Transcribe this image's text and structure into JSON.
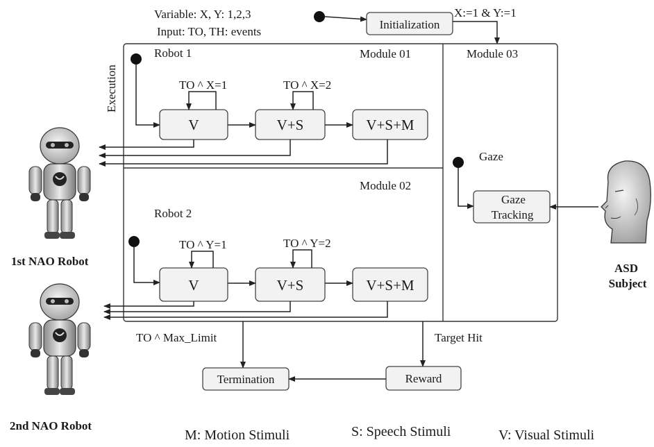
{
  "header": {
    "variables": "Variable: X, Y: 1,2,3",
    "inputs": "Input: TO, TH: events"
  },
  "states": {
    "initialization": "Initialization",
    "termination": "Termination",
    "reward": "Reward",
    "gaze_tracking_line1": "Gaze",
    "gaze_tracking_line2": "Tracking"
  },
  "modules": {
    "module1": "Module 01",
    "module2": "Module 02",
    "module3": "Module 03",
    "execution": "Execution"
  },
  "robot1": {
    "label": "Robot 1",
    "v": "V",
    "vs": "V+S",
    "vsm": "V+S+M",
    "cond1": "TO ^ X=1",
    "cond2": "TO ^ X=2"
  },
  "robot2": {
    "label": "Robot 2",
    "v": "V",
    "vs": "V+S",
    "vsm": "V+S+M",
    "cond1": "TO ^ Y=1",
    "cond2": "TO ^ Y=2"
  },
  "transitions": {
    "init_assign": "X:=1 & Y:=1",
    "max_limit": "TO ^ Max_Limit",
    "target_hit": "Target Hit"
  },
  "gaze": {
    "label": "Gaze"
  },
  "actors": {
    "robot1_name": "1st NAO Robot",
    "robot2_name": "2nd NAO Robot",
    "subject_line1": "ASD",
    "subject_line2": "Subject"
  },
  "legend": {
    "motion": "M: Motion Stimuli",
    "speech": "S: Speech Stimuli",
    "visual": "V: Visual Stimuli"
  }
}
